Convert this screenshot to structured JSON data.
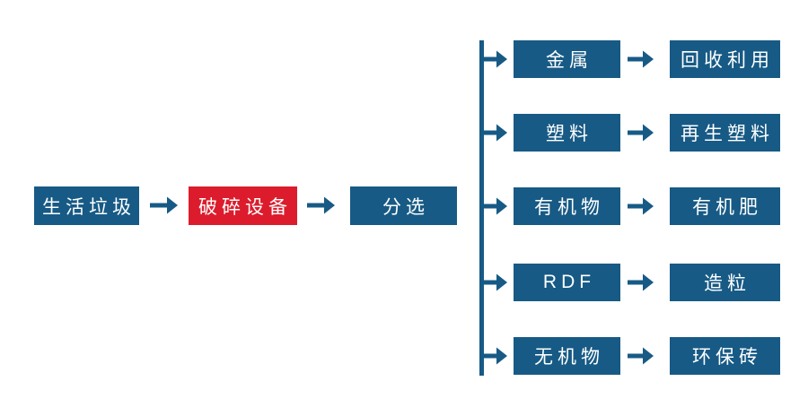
{
  "diagram_title": "household-waste-sorting-flowchart",
  "colors": {
    "box_blue": "#175A85",
    "box_red": "#DC1C2C",
    "arrow_blue": "#175A85",
    "bg": "#FFFFFF"
  },
  "icons": {
    "arrow_right": "→"
  },
  "main_flow": {
    "nodes": [
      {
        "label": "生活垃圾",
        "variant": "blue"
      },
      {
        "label": "破碎设备",
        "variant": "red"
      },
      {
        "label": "分选",
        "variant": "blue"
      }
    ]
  },
  "branches": [
    {
      "category": "金属",
      "output": "回收利用"
    },
    {
      "category": "塑料",
      "output": "再生塑料"
    },
    {
      "category": "有机物",
      "output": "有机肥"
    },
    {
      "category": "RDF",
      "output": "造粒"
    },
    {
      "category": "无机物",
      "output": "环保砖"
    }
  ]
}
